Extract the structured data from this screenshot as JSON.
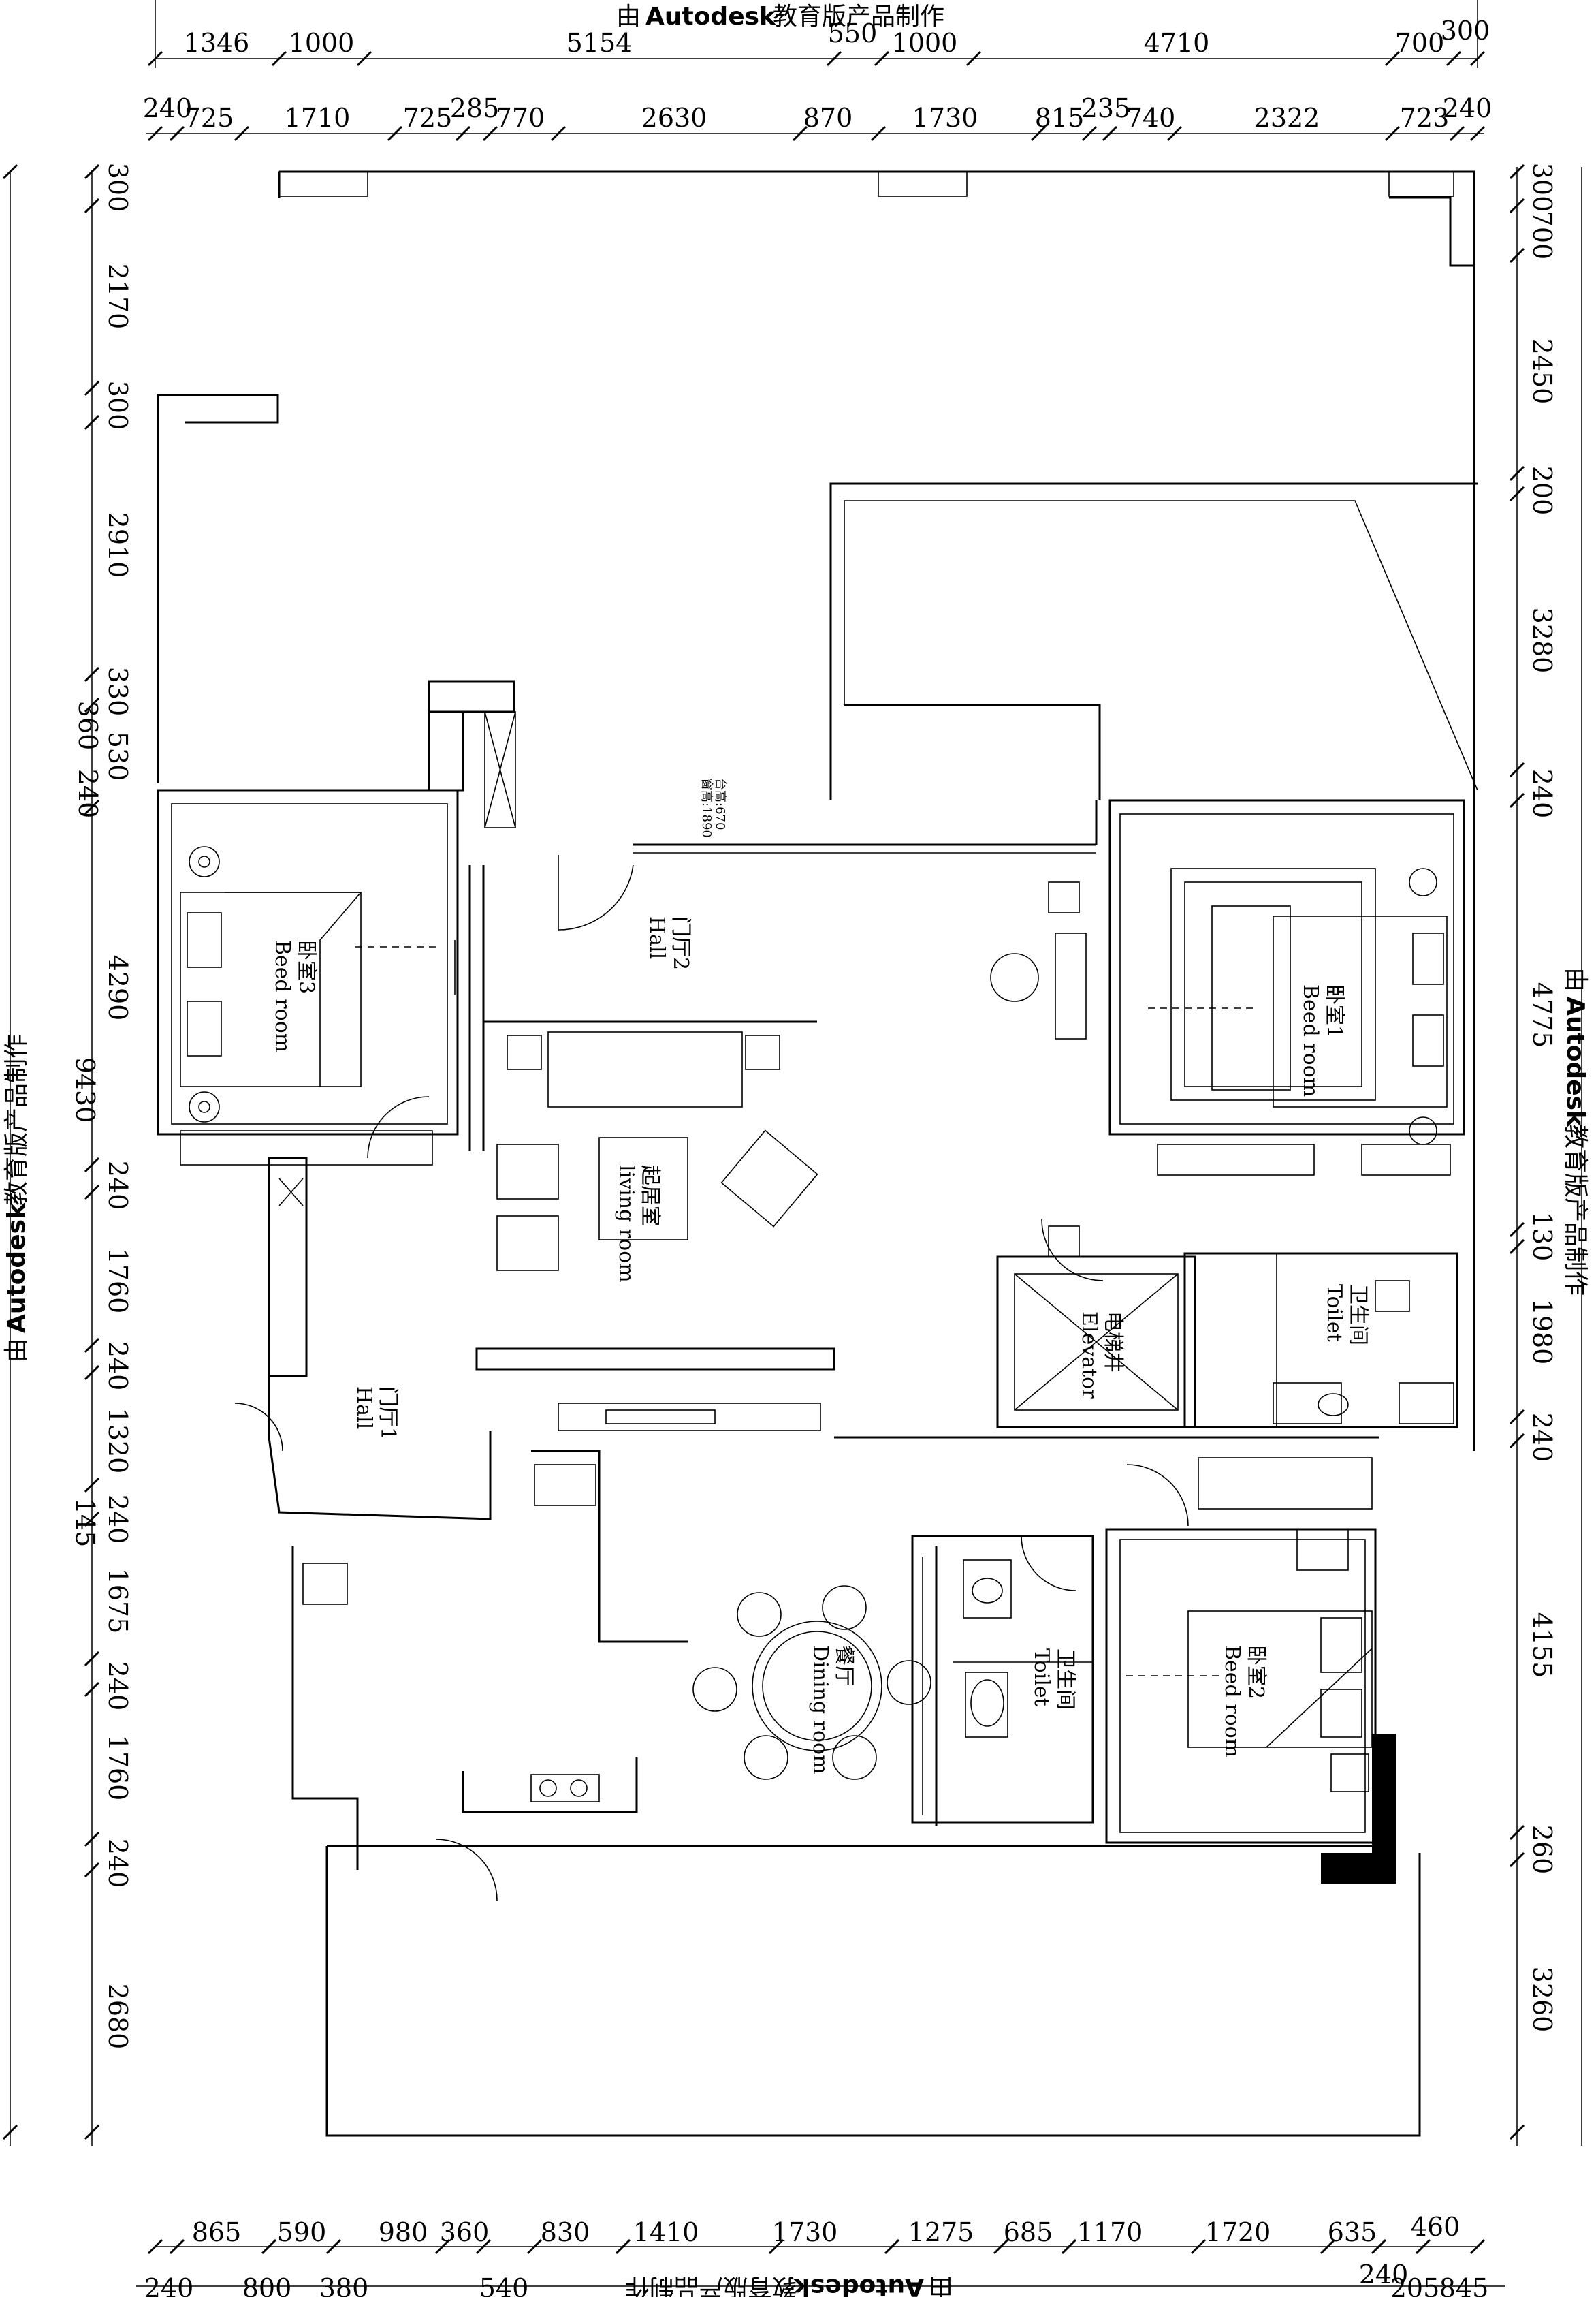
{
  "watermark": "由 Autodesk 教育版产品制作",
  "watermark_parts": {
    "prefix": "由",
    "brand": "Autodesk",
    "suffix": "教育版产品制作"
  },
  "dims": {
    "top_row1": [
      "1346",
      "1000",
      "5154",
      "550",
      "1000",
      "4710",
      "700",
      "300"
    ],
    "top_row2": [
      "240",
      "725",
      "1710",
      "725",
      "285",
      "770",
      "2630",
      "870",
      "1730",
      "815",
      "235",
      "740",
      "2322",
      "723",
      "240"
    ],
    "left_col1": [
      "300",
      "2170",
      "300",
      "2910",
      "330",
      "530",
      "4290",
      "240",
      "1760",
      "240",
      "1320",
      "240",
      "1675",
      "240",
      "1760",
      "240",
      "2680"
    ],
    "left_col_extra": [
      "360",
      "240",
      "145"
    ],
    "left_overall": "9430",
    "right_col": [
      "300",
      "700",
      "2450",
      "200",
      "3280",
      "240",
      "4775",
      "130",
      "1980",
      "240",
      "4155",
      "260",
      "3260"
    ],
    "bottom_row1": [
      "865",
      "590",
      "980",
      "360",
      "830",
      "1410",
      "1730",
      "1275",
      "685",
      "1170",
      "1720",
      "635",
      "460"
    ],
    "bottom_row2": [
      "240",
      "800",
      "380",
      "540",
      "205",
      "845"
    ],
    "bottom_right_extra": "240"
  },
  "rooms": {
    "bedroom3": {
      "cn": "卧室3",
      "en": "Beed room"
    },
    "bedroom1": {
      "cn": "卧室1",
      "en": "Beed room"
    },
    "bedroom2": {
      "cn": "卧室2",
      "en": "Beed room"
    },
    "hall2": {
      "cn": "门厅2",
      "en": "Hall"
    },
    "hall1": {
      "cn": "门厅1",
      "en": "Hall"
    },
    "living": {
      "cn": "起居室",
      "en": "living room"
    },
    "elevator": {
      "cn": "电梯井",
      "en": "Elevator"
    },
    "toilet1": {
      "cn": "卫生间",
      "en": "Toilet"
    },
    "toilet2": {
      "cn": "卫生间",
      "en": "Toilet"
    },
    "dining": {
      "cn": "餐厅",
      "en": "Dining room"
    }
  },
  "window_note": {
    "sill": "台高:670",
    "height": "窗高:1890"
  }
}
